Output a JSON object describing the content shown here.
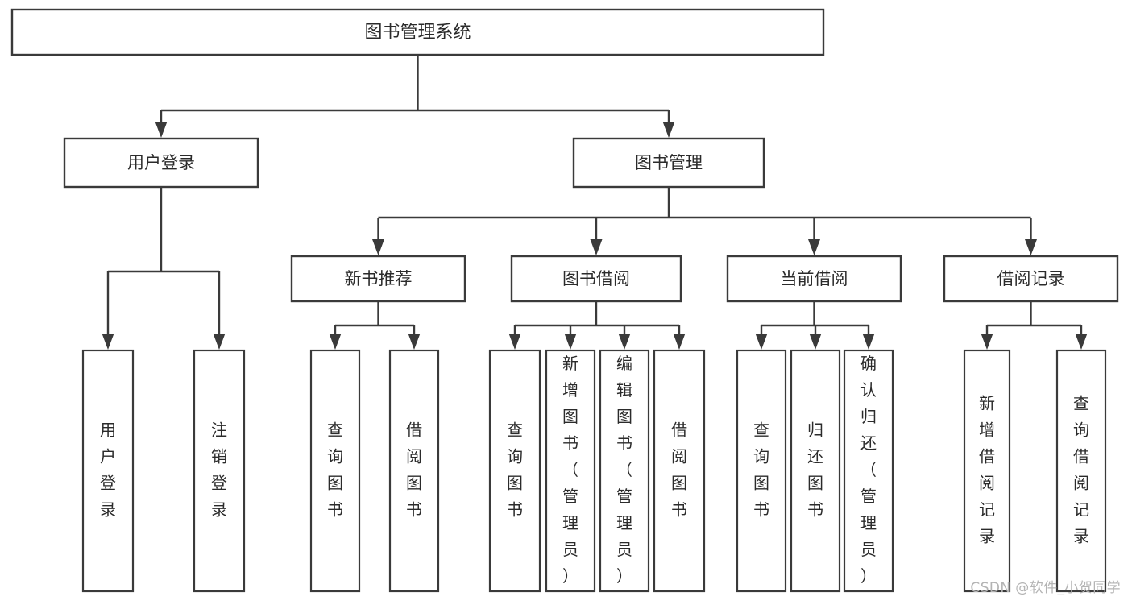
{
  "diagram": {
    "type": "tree-hierarchy",
    "title": "图书管理系统",
    "watermark": "CSDN @软件_小贺同学",
    "colors": {
      "stroke": "#3a3a3a",
      "fill": "#ffffff",
      "text": "#2b2b2b",
      "watermark": "#b4b4b4",
      "background": "#ffffff"
    },
    "root": {
      "label": "图书管理系统"
    },
    "level1": [
      {
        "label": "用户登录"
      },
      {
        "label": "图书管理"
      }
    ],
    "level2": [
      {
        "label": "新书推荐",
        "parent": "图书管理"
      },
      {
        "label": "图书借阅",
        "parent": "图书管理"
      },
      {
        "label": "当前借阅",
        "parent": "图书管理"
      },
      {
        "label": "借阅记录",
        "parent": "图书管理"
      }
    ],
    "leaves": {
      "用户登录": [
        {
          "label": "用户登录"
        },
        {
          "label": "注销登录"
        }
      ],
      "新书推荐": [
        {
          "label": "查询图书"
        },
        {
          "label": "借阅图书"
        }
      ],
      "图书借阅": [
        {
          "label": "查询图书"
        },
        {
          "label": "新增图书（管理员）"
        },
        {
          "label": "编辑图书（管理员）"
        },
        {
          "label": "借阅图书"
        }
      ],
      "当前借阅": [
        {
          "label": "查询图书"
        },
        {
          "label": "归还图书"
        },
        {
          "label": "确认归还（管理员）"
        }
      ],
      "借阅记录": [
        {
          "label": "新增借阅记录"
        },
        {
          "label": "查询借阅记录"
        }
      ]
    }
  }
}
